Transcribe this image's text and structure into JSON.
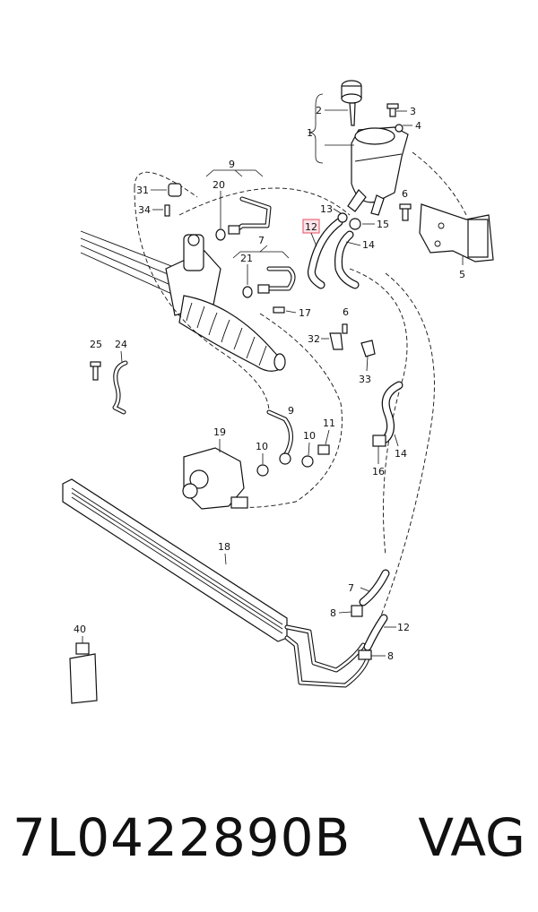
{
  "footer": {
    "part_number": "7L0422890B",
    "brand": "VAG"
  },
  "callouts": {
    "c1": "1",
    "c2": "2",
    "c3": "3",
    "c4": "4",
    "c5": "5",
    "c6a": "6",
    "c6b": "6",
    "c7a": "7",
    "c7b": "7",
    "c8a": "8",
    "c8b": "8",
    "c9a": "9",
    "c9b": "9",
    "c10a": "10",
    "c10b": "10",
    "c11": "11",
    "c12a": "12",
    "c12b": "12",
    "c13": "13",
    "c14a": "14",
    "c14b": "14",
    "c15": "15",
    "c16": "16",
    "c17": "17",
    "c18": "18",
    "c19": "19",
    "c20": "20",
    "c21": "21",
    "c24": "24",
    "c25": "25",
    "c31": "31",
    "c32": "32",
    "c33": "33",
    "c34": "34",
    "c40": "40"
  },
  "highlight": {
    "callout": "12",
    "color": "#e8697a",
    "fill": "#fde4e8"
  }
}
